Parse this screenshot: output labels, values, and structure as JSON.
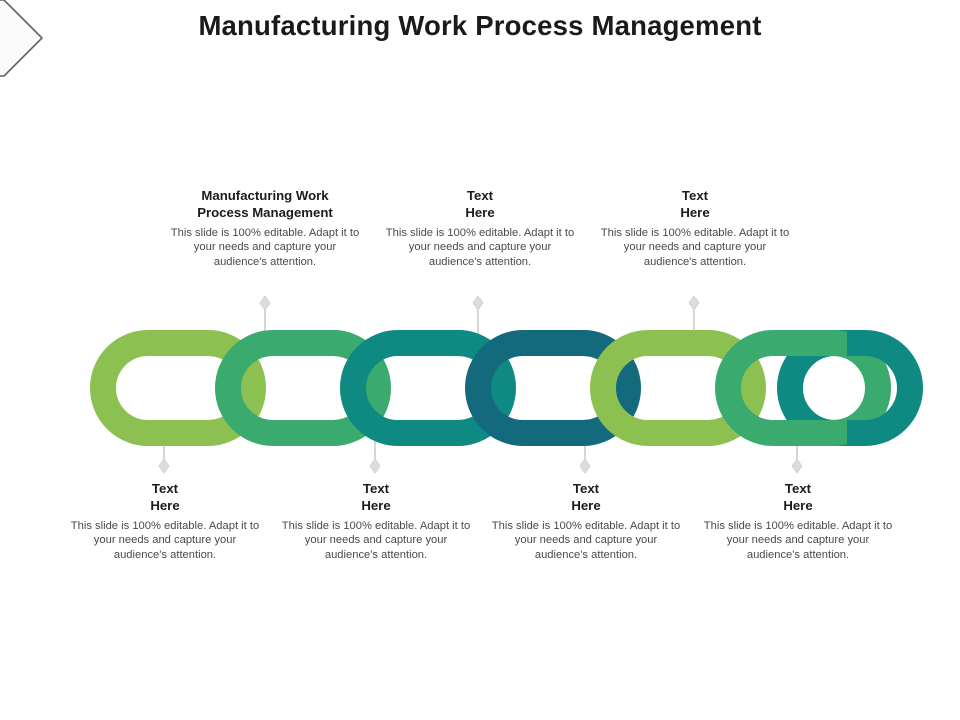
{
  "slide": {
    "title": "Manufacturing Work Process Management",
    "background_color": "#ffffff",
    "corner_decoration": "chevron-shape"
  },
  "body_text": "This slide is 100% editable. Adapt it to your needs and capture your audience's attention.",
  "chain": {
    "link_count": 7,
    "colors": [
      "#8CC152",
      "#3BAA6F",
      "#0E8A82",
      "#136A7D",
      "#8CC152",
      "#3BAA6F",
      "#0E8A82"
    ],
    "link_names": [
      "chain-link-1",
      "chain-link-2",
      "chain-link-3",
      "chain-link-4",
      "chain-link-5",
      "chain-link-6",
      "chain-link-7"
    ]
  },
  "connectors": {
    "line_color": "#BFBFBF",
    "marker_color": "#D9D9D9"
  },
  "callouts": {
    "top": [
      {
        "id": "top-callout-1",
        "heading": "Manufacturing Work\nProcess Management",
        "body": "This slide is 100% editable. Adapt it to your needs and capture your audience's attention."
      },
      {
        "id": "top-callout-2",
        "heading": "Text\nHere",
        "body": "This slide is 100% editable. Adapt it to your needs and capture your audience's attention."
      },
      {
        "id": "top-callout-3",
        "heading": "Text\nHere",
        "body": "This slide is 100% editable. Adapt it to your needs and capture your audience's attention."
      }
    ],
    "bottom": [
      {
        "id": "bottom-callout-1",
        "heading": "Text\nHere",
        "body": "This slide is 100% editable. Adapt it to your needs and capture your audience's attention."
      },
      {
        "id": "bottom-callout-2",
        "heading": "Text\nHere",
        "body": "This slide is 100% editable. Adapt it to your needs and capture your audience's attention."
      },
      {
        "id": "bottom-callout-3",
        "heading": "Text\nHere",
        "body": "This slide is 100% editable. Adapt it to your needs and capture your audience's attention."
      },
      {
        "id": "bottom-callout-4",
        "heading": "Text\nHere",
        "body": "This slide is 100% editable. Adapt it to your needs and capture your audience's attention."
      }
    ]
  }
}
